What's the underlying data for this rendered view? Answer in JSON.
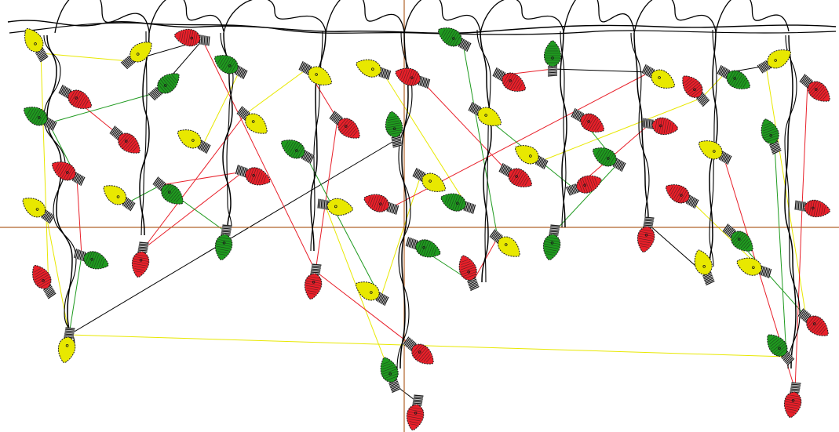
{
  "diagram": {
    "palette": {
      "background": "#ffffff",
      "wire": "#000000",
      "axis": "#b0642a",
      "red": "#e8202a",
      "green": "#1f9a1f",
      "yellow": "#e8e800",
      "outline": "#1a1a1a"
    },
    "bulb_colors": [
      "red",
      "green",
      "yellow"
    ],
    "link_colors": [
      "red",
      "green",
      "yellow",
      "black"
    ]
  }
}
